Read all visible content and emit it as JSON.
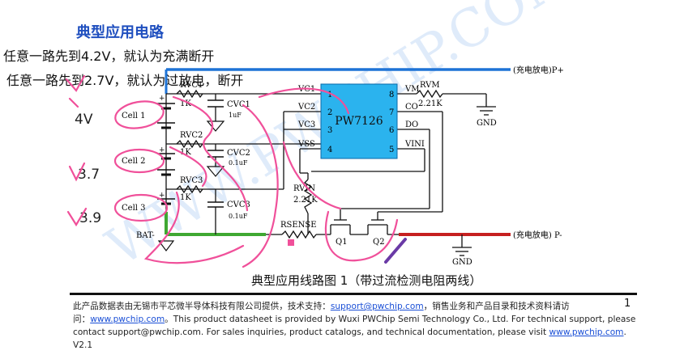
{
  "title": "典型应用电路",
  "notes": [
    "任意一路先到4.2V，就认为充满断开",
    "任意一路先到2.7V，就认为过放电，断开"
  ],
  "voltage_marks": [
    "4V",
    "3.7",
    "3.9"
  ],
  "chip": {
    "name": "PW7126",
    "left_pins": [
      {
        "num": "1",
        "label": "VC1"
      },
      {
        "num": "2",
        "label": "VC2"
      },
      {
        "num": "3",
        "label": "VC3"
      },
      {
        "num": "4",
        "label": "VSS"
      }
    ],
    "right_pins": [
      {
        "num": "8",
        "label": "VM"
      },
      {
        "num": "7",
        "label": "CO"
      },
      {
        "num": "6",
        "label": "DO"
      },
      {
        "num": "5",
        "label": "VINI"
      }
    ]
  },
  "cells": [
    "Cell 1",
    "Cell 2",
    "Cell 3"
  ],
  "resistors": {
    "rvc1": {
      "name": "RVC1",
      "value": "1K"
    },
    "rvc2": {
      "name": "RVC2",
      "value": "1K"
    },
    "rvc3": {
      "name": "RVC3",
      "value": "1K"
    },
    "rvm": {
      "name": "RVM",
      "value": "2.21K"
    },
    "rvin": {
      "name": "RVIN",
      "value": "2.21K"
    },
    "rsense": {
      "name": "RSENSE"
    }
  },
  "capacitors": {
    "cvc1": {
      "name": "CVC1",
      "value": "1uF"
    },
    "cvc2": {
      "name": "CVC2",
      "value": "0.1uF"
    },
    "cvc3": {
      "name": "CVC3",
      "value": "0.1uF"
    }
  },
  "mosfets": [
    "Q1",
    "Q2"
  ],
  "terminals": {
    "p_plus": "(充电放电)P+",
    "p_minus": "(充电放电) P-",
    "bat_minus": "BAT-"
  },
  "gnd_label": "GND",
  "plus_sign": "+",
  "caption": "典型应用线路图 1（带过流检测电阻两线）",
  "page_number": "1",
  "footer": {
    "line1_prefix": "此产品数据表由无锡市平芯微半导体科技有限公司提供，技术支持：",
    "support_email": "support@pwchip.com",
    "line1_suffix": "，销售业务和产品目录和技术资料请访",
    "line2_prefix": "问：",
    "website": "www.pwchip.com",
    "line2_suffix": "。This product datasheet is provided by Wuxi PWChip Semi Technology Co., Ltd. For technical support, please",
    "line3_prefix": "contact support@pwchip.com. For sales inquiries, product catalogs, and technical documentation, please visit ",
    "line3_website": "www.pwchip.com",
    "line3_suffix": ".",
    "version": "V2.1"
  },
  "colors": {
    "title": "#1f4fbf",
    "p_plus_wire": "#1e73d6",
    "bat_wire": "#3fa832",
    "p_minus_wire": "#c62020",
    "chip_fill": "#2bb3ee",
    "marker": "#f0509a",
    "watermark": "#c6dcf7"
  }
}
